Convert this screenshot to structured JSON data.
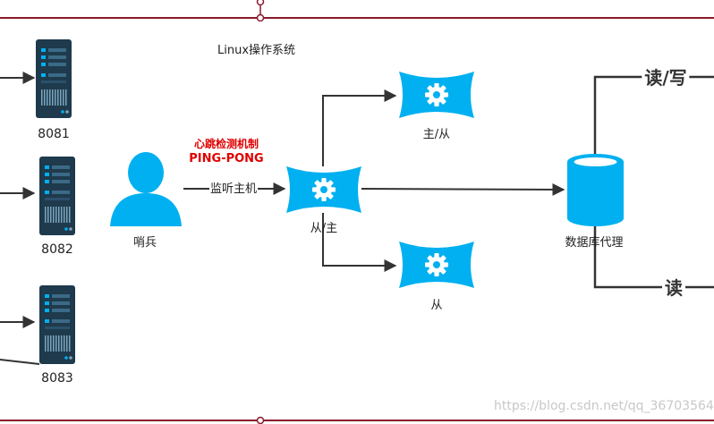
{
  "title": "Linux操作系统",
  "servers": [
    {
      "label": "8081"
    },
    {
      "label": "8082"
    },
    {
      "label": "8083"
    }
  ],
  "sentinel": {
    "label": "哨兵",
    "mechanism": "心跳检测机制",
    "protocol": "PING-PONG",
    "edge_label": "监听主机"
  },
  "nodes": {
    "top": "主/从",
    "middle": "从/主",
    "bottom": "从"
  },
  "proxy": {
    "label": "数据库代理",
    "read_write": "读/写",
    "read": "读"
  },
  "watermark": "https://blog.csdn.net/qq_36703564",
  "colors": {
    "accent": "#00b0f0",
    "server": "#1e3a4c",
    "mechanism": "#e00000",
    "frame": "#8b1a2b"
  }
}
